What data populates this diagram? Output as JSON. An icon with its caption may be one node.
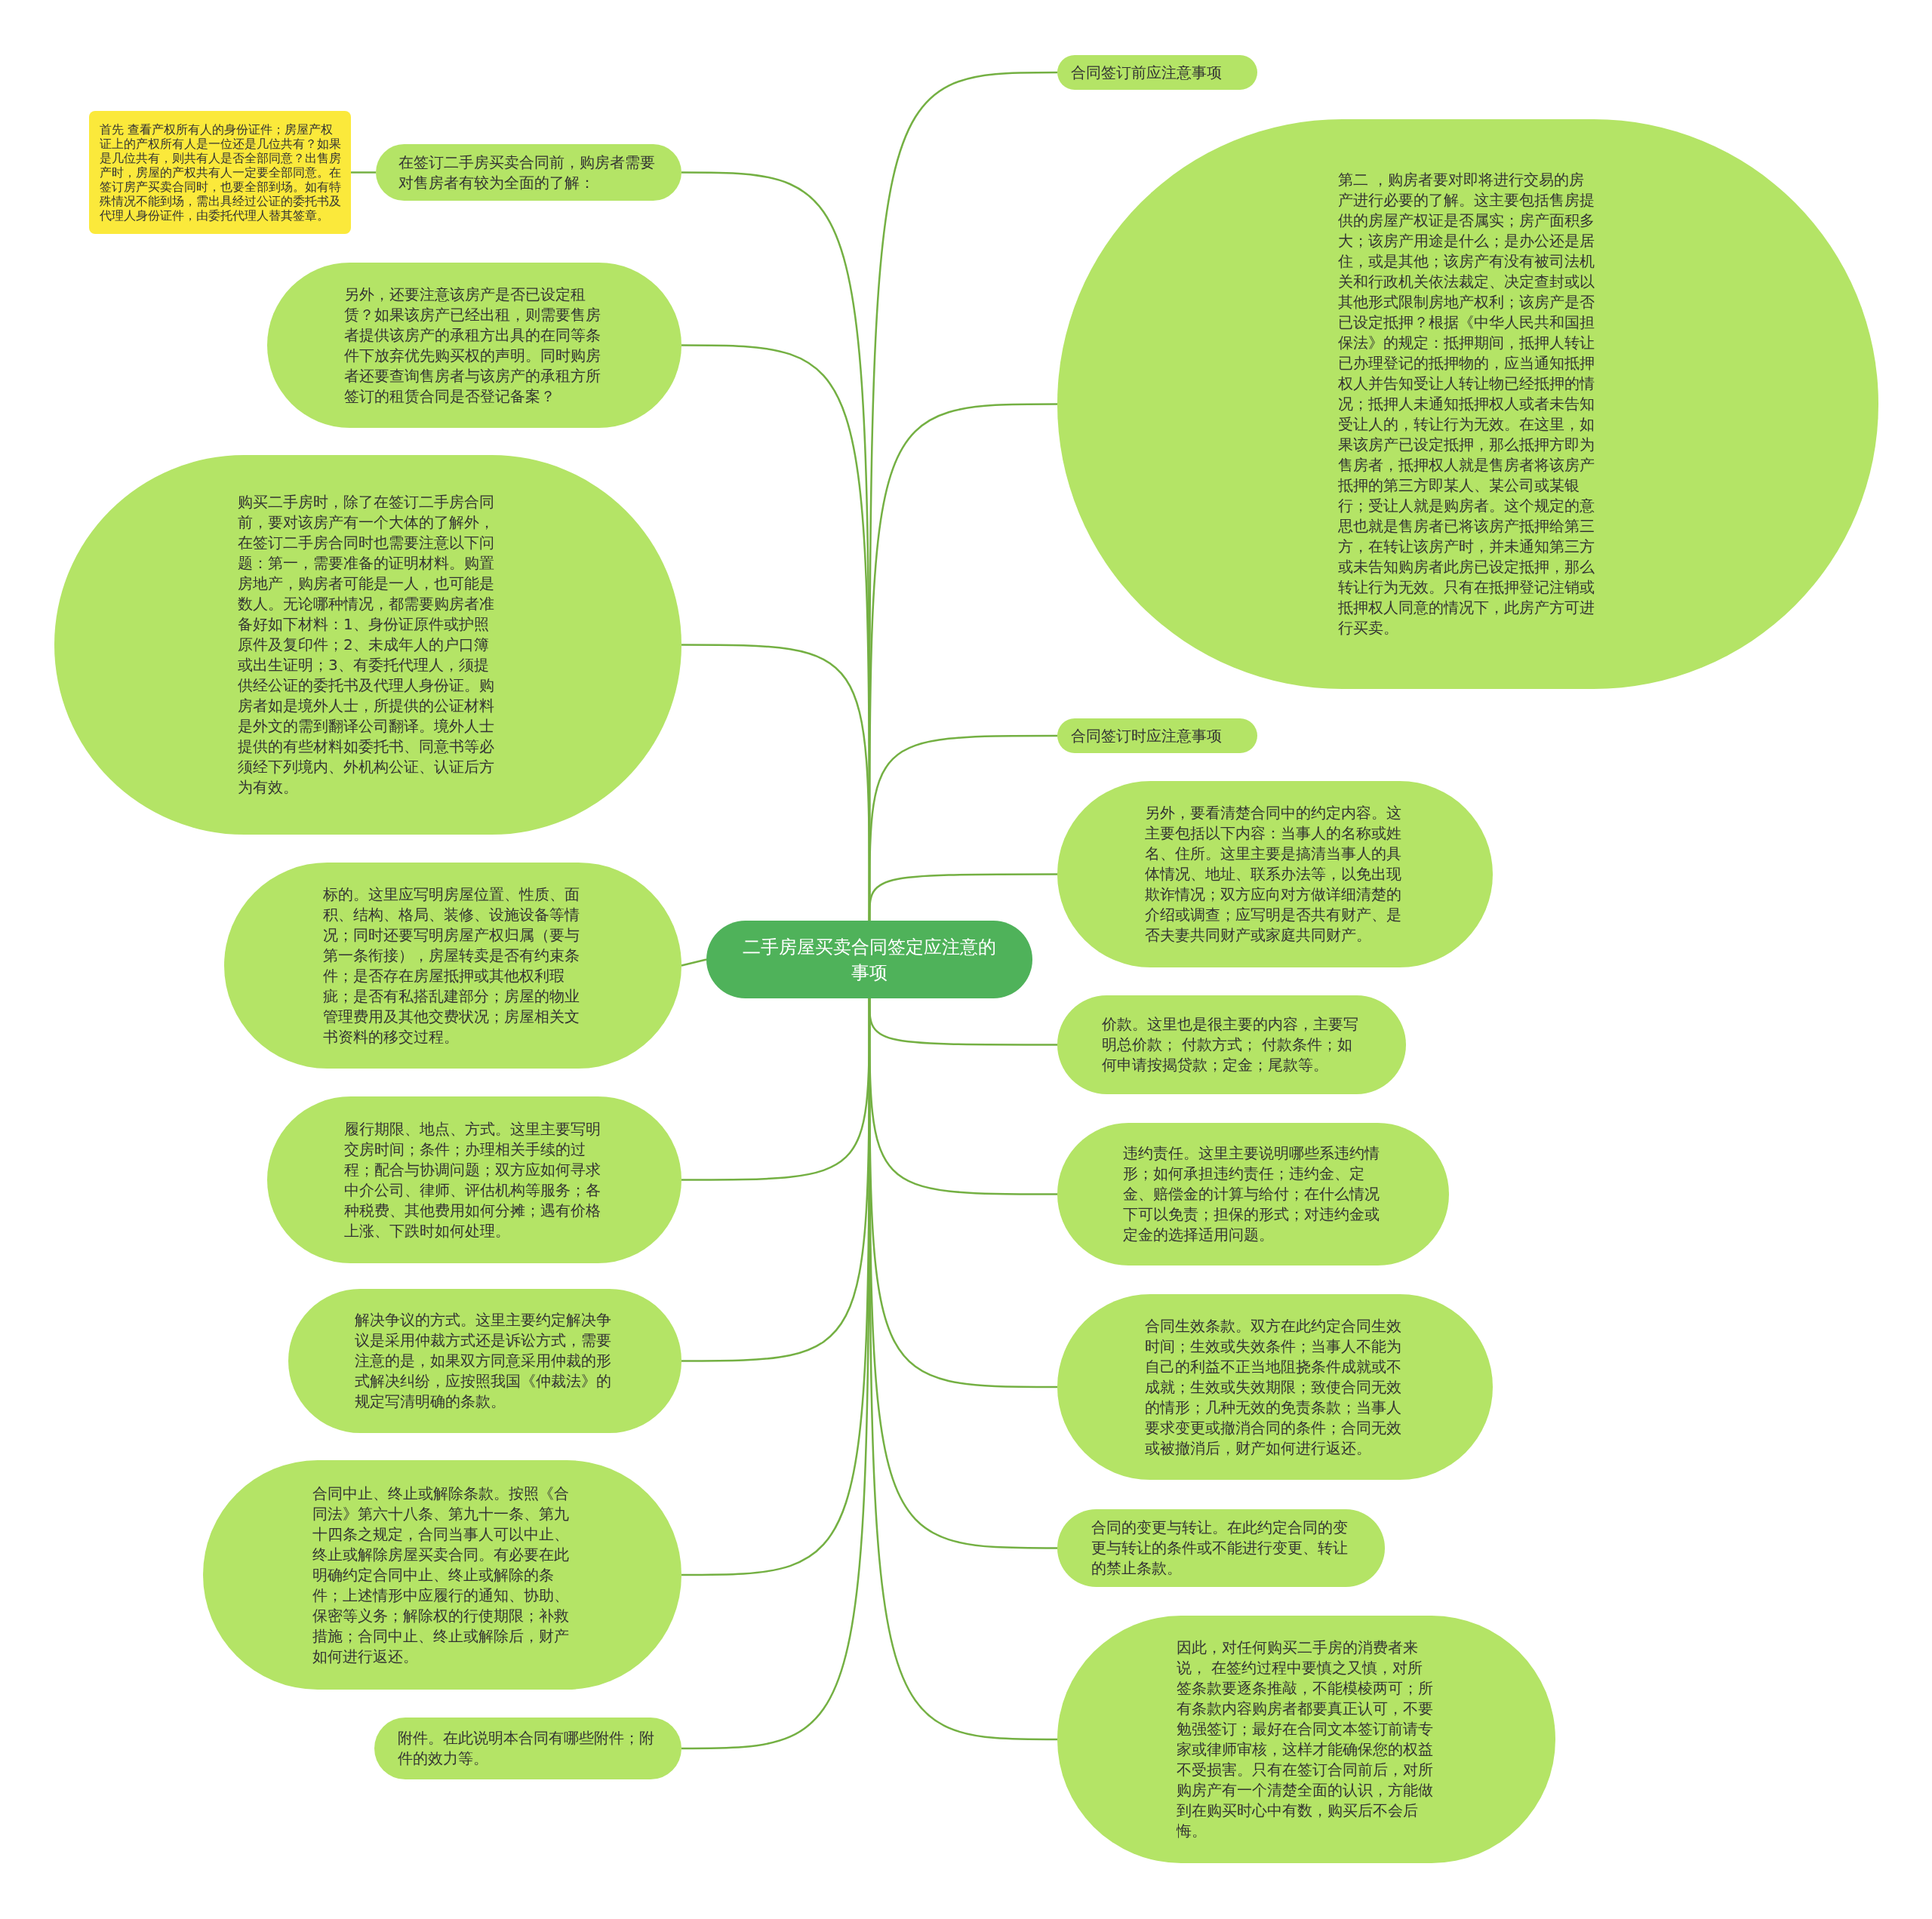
{
  "diagram": {
    "nodes": [
      {
        "text": [
          "二手房屋买卖合同签定应注意的事项"
        ]
      },
      {
        "text": [
          "在签订二手房买卖合同前，购房者需要对售房者有较为全面的了解："
        ]
      },
      {
        "text": [
          "首先 查看产权所有人的身份证件；房屋产权证上的产权所有人是一位还是几位共有？如果是几位共有，则共有人是否全部同意？出售房产时，房屋的产权共有人一定要全部同意。在签订房产买卖合同时，也要全部到场。如有特殊情况不能到场，需出具经过公证的委托书及代理人身份证件，由委托代理人替其签章。"
        ]
      },
      {
        "text": [
          "另外，还要注意该房产是否已设定租赁？如果该房产已经出租，则需要售房者提供该房产的承租方出具的在同等条件下放弃优先购买权的声明。同时购房者还要查询售房者与该房产的承租方所签订的租赁合同是否登记备案？"
        ]
      },
      {
        "text": [
          "购买二手房时，除了在签订二手房合同前，要对该房产有一个大体的了解外，在签订二手房合同时也需要注意以下问题：第一，需要准备的证明材料。购置房地产，购房者可能是一人，也可能是数人。无论哪种情况，都需要购房者准备好如下材料：1、身份证原件或护照原件及复印件；2、未成年人的户口簿或出生证明；3、有委托代理人，须提供经公证的委托书及代理人身份证。购房者如是境外人士，所提供的公证材料是外文的需到翻译公司翻译。境外人士提供的有些材料如委托书、同意书等必须经下列境内、外机构公证、认证后方为有效。"
        ]
      },
      {
        "text": [
          "标的。这里应写明房屋位置、性质、面积、结构、格局、装修、设施设备等情况；同时还要写明房屋产权归属（要与第一条衔接），房屋转卖是否有约束条件；是否存在房屋抵押或其他权利瑕疵；是否有私搭乱建部分；房屋的物业管理费用及其他交费状况；房屋相关文书资料的移交过程。"
        ]
      },
      {
        "text": [
          "履行期限、地点、方式。这里主要写明交房时间；条件；办理相关手续的过程；配合与协调问题；双方应如何寻求中介公司、律师、评估机构等服务；各种税费、其他费用如何分摊；遇有价格上涨、下跌时如何处理。"
        ]
      },
      {
        "text": [
          "解决争议的方式。这里主要约定解决争议是采用仲裁方式还是诉讼方式，需要注意的是，如果双方同意采用仲裁的形式解决纠纷，应按照我国《仲裁法》的规定写清明确的条款。"
        ]
      },
      {
        "text": [
          "合同中止、终止或解除条款。按照《合同法》第六十八条、第九十一条、第九十四条之规定，合同当事人可以中止、终止或解除房屋买卖合同。有必要在此明确约定合同中止、终止或解除的条件；上述情形中应履行的通知、协助、保密等义务；解除权的行使期限；补救措施；合同中止、终止或解除后，财产如何进行返还。"
        ]
      },
      {
        "text": [
          "附件。在此说明本合同有哪些附件；附件的效力等。"
        ]
      },
      {
        "text": [
          "合同签订前应注意事项"
        ]
      },
      {
        "text": [
          "第二 ，购房者要对即将进行交易的房产进行必要的了解。这主要包括售房提供的房屋产权证是否属实；房产面积多大；该房产用途是什么；是办公还是居住，或是其他；该房产有没有被司法机关和行政机关依法裁定、决定查封或以其他形式限制房地产权利；该房产是否已设定抵押？根据《中华人民共和国担保法》的规定：抵押期间，抵押人转让已办理登记的抵押物的，应当通知抵押权人并告知受让人转让物已经抵押的情况；抵押人未通知抵押权人或者未告知受让人的，转让行为无效。在这里，如果该房产已设定抵押，那么抵押方即为售房者，抵押权人就是售房者将该房产抵押的第三方即某人、某公司或某银行；受让人就是购房者。这个规定的意思也就是售房者已将该房产抵押给第三方，在转让该房产时，并未通知第三方或未告知购房者此房已设定抵押，那么转让行为无效。只有在抵押登记注销或抵押权人同意的情况下，此房产方可进行买卖。"
        ]
      },
      {
        "text": [
          "合同签订时应注意事项"
        ]
      },
      {
        "text": [
          "另外，要看清楚合同中的约定内容。这主要包括以下内容：当事人的名称或姓名、住所。这里主要是搞清当事人的具体情况、地址、联系办法等，以免出现欺诈情况；双方应向对方做详细清楚的介绍或调查；应写明是否共有财产、是否夫妻共同财产或家庭共同财产。"
        ]
      },
      {
        "text": [
          "价款。这里也是很主要的内容，主要写明总价款； 付款方式； 付款条件；如何申请按揭贷款；定金；尾款等。"
        ]
      },
      {
        "text": [
          "违约责任。这里主要说明哪些系违约情形；如何承担违约责任；违约金、定金、赔偿金的计算与给付；在什么情况下可以免责；担保的形式；对违约金或定金的选择适用问题。"
        ]
      },
      {
        "text": [
          "合同生效条款。双方在此约定合同生效时间；生效或失效条件；当事人不能为自己的利益不正当地阻挠条件成就或不成就；生效或失效期限；致使合同无效的情形；几种无效的免责条款；当事人要求变更或撤消合同的条件；合同无效或被撤消后，财产如何进行返还。"
        ]
      },
      {
        "text": [
          "合同的变更与转让。在此约定合同的变更与转让的条件或不能进行变更、转让的禁止条款。"
        ]
      },
      {
        "text": [
          "因此，对任何购买二手房的消费者来说， 在签约过程中要慎之又慎，对所签条款要逐条推敲，不能模棱两可；所有条款内容购房者都要真正认可，不要勉强签订；最好在合同文本签订前请专家或律师审核，这样才能确保您的权益不受损害。只有在签订合同前后，对所购房产有一个清楚全面的认识，方能做到在购买时心中有数，购买后不会后悔。"
        ]
      }
    ],
    "edges": [
      {
        "from": 0,
        "to": 1,
        "arrow": "none"
      },
      {
        "from": 1,
        "to": 2,
        "arrow": "none"
      },
      {
        "from": 0,
        "to": 3,
        "arrow": "none"
      },
      {
        "from": 0,
        "to": 4,
        "arrow": "none"
      },
      {
        "from": 0,
        "to": 5,
        "arrow": "none"
      },
      {
        "from": 0,
        "to": 6,
        "arrow": "none"
      },
      {
        "from": 0,
        "to": 7,
        "arrow": "none"
      },
      {
        "from": 0,
        "to": 8,
        "arrow": "none"
      },
      {
        "from": 0,
        "to": 9,
        "arrow": "none"
      },
      {
        "from": 0,
        "to": 10,
        "arrow": "none"
      },
      {
        "from": 0,
        "to": 11,
        "arrow": "none"
      },
      {
        "from": 0,
        "to": 12,
        "arrow": "none"
      },
      {
        "from": 0,
        "to": 13,
        "arrow": "none"
      },
      {
        "from": 0,
        "to": 14,
        "arrow": "none"
      },
      {
        "from": 0,
        "to": 15,
        "arrow": "none"
      },
      {
        "from": 0,
        "to": 16,
        "arrow": "none"
      },
      {
        "from": 0,
        "to": 17,
        "arrow": "none"
      },
      {
        "from": 0,
        "to": 18,
        "arrow": "none"
      }
    ]
  }
}
